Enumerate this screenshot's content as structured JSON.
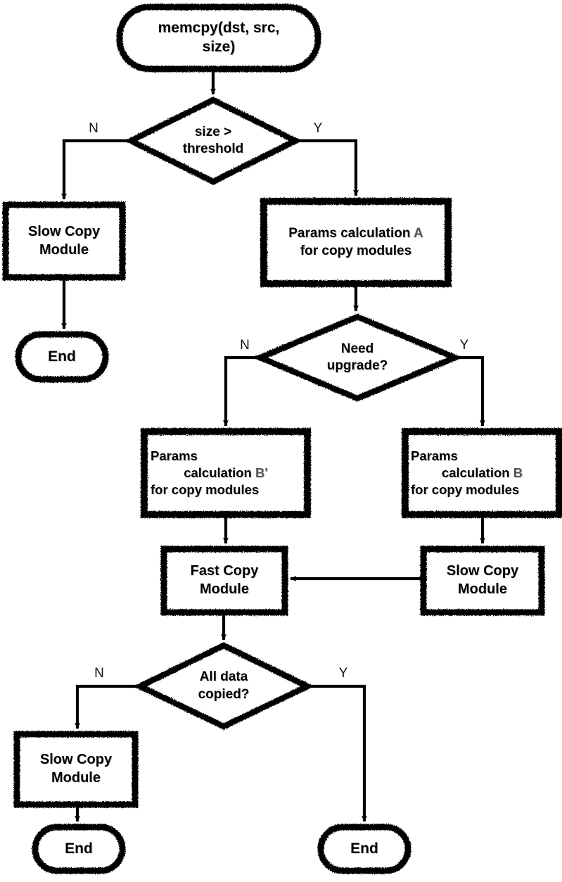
{
  "diagram": {
    "title": "memcpy copy-path selection flowchart",
    "background_color": "#ffffff",
    "stroke_color": "#000000",
    "accent_color": "#555555",
    "style": "hand-drawn rough outline, bold black strokes"
  },
  "nodes": {
    "start": {
      "id": "start",
      "shape": "rounded-terminator",
      "label": "memcpy(dst, src,\nsize)"
    },
    "decision_size": {
      "id": "decision_size",
      "shape": "diamond",
      "label": "size >\nthreshold"
    },
    "slow_copy_1": {
      "id": "slow_copy_1",
      "shape": "rectangle",
      "label": "Slow Copy\nModule"
    },
    "end_1": {
      "id": "end_1",
      "shape": "rounded-terminator",
      "label": "End"
    },
    "params_a": {
      "id": "params_a",
      "shape": "rectangle",
      "line1": "Params calculation ",
      "accent1": "A",
      "line2": "for copy modules"
    },
    "decision_upgrade": {
      "id": "decision_upgrade",
      "shape": "diamond",
      "label": "Need\nupgrade?"
    },
    "params_bprime": {
      "id": "params_bprime",
      "shape": "rectangle",
      "line1": "Params",
      "line2": "calculation ",
      "accent2": "B'",
      "line3": "for copy  modules"
    },
    "params_b": {
      "id": "params_b",
      "shape": "rectangle",
      "line1": "Params",
      "line2": "calculation ",
      "accent2": "B",
      "line3": "for copy  modules"
    },
    "fast_copy": {
      "id": "fast_copy",
      "shape": "rectangle",
      "label": "Fast Copy\nModule"
    },
    "slow_copy_2": {
      "id": "slow_copy_2",
      "shape": "rectangle",
      "label": "Slow Copy\nModule"
    },
    "decision_alldata": {
      "id": "decision_alldata",
      "shape": "diamond",
      "label": "All data\ncopied?"
    },
    "slow_copy_3": {
      "id": "slow_copy_3",
      "shape": "rectangle",
      "label": "Slow Copy\nModule"
    },
    "end_2": {
      "id": "end_2",
      "shape": "rounded-terminator",
      "label": "End"
    },
    "end_3": {
      "id": "end_3",
      "shape": "rounded-terminator",
      "label": "End"
    }
  },
  "edge_labels": {
    "size_no": "N",
    "size_yes": "Y",
    "upgrade_no": "N",
    "upgrade_yes": "Y",
    "alldata_no": "N",
    "alldata_yes": "Y"
  },
  "edges": [
    {
      "from": "start",
      "to": "decision_size",
      "label": ""
    },
    {
      "from": "decision_size",
      "to": "slow_copy_1",
      "label": "N"
    },
    {
      "from": "decision_size",
      "to": "params_a",
      "label": "Y"
    },
    {
      "from": "slow_copy_1",
      "to": "end_1",
      "label": ""
    },
    {
      "from": "params_a",
      "to": "decision_upgrade",
      "label": ""
    },
    {
      "from": "decision_upgrade",
      "to": "params_bprime",
      "label": "N"
    },
    {
      "from": "decision_upgrade",
      "to": "params_b",
      "label": "Y"
    },
    {
      "from": "params_bprime",
      "to": "fast_copy",
      "label": ""
    },
    {
      "from": "params_b",
      "to": "slow_copy_2",
      "label": ""
    },
    {
      "from": "slow_copy_2",
      "to": "fast_copy",
      "label": ""
    },
    {
      "from": "fast_copy",
      "to": "decision_alldata",
      "label": ""
    },
    {
      "from": "decision_alldata",
      "to": "slow_copy_3",
      "label": "N"
    },
    {
      "from": "decision_alldata",
      "to": "end_3",
      "label": "Y"
    },
    {
      "from": "slow_copy_3",
      "to": "end_2",
      "label": ""
    }
  ]
}
